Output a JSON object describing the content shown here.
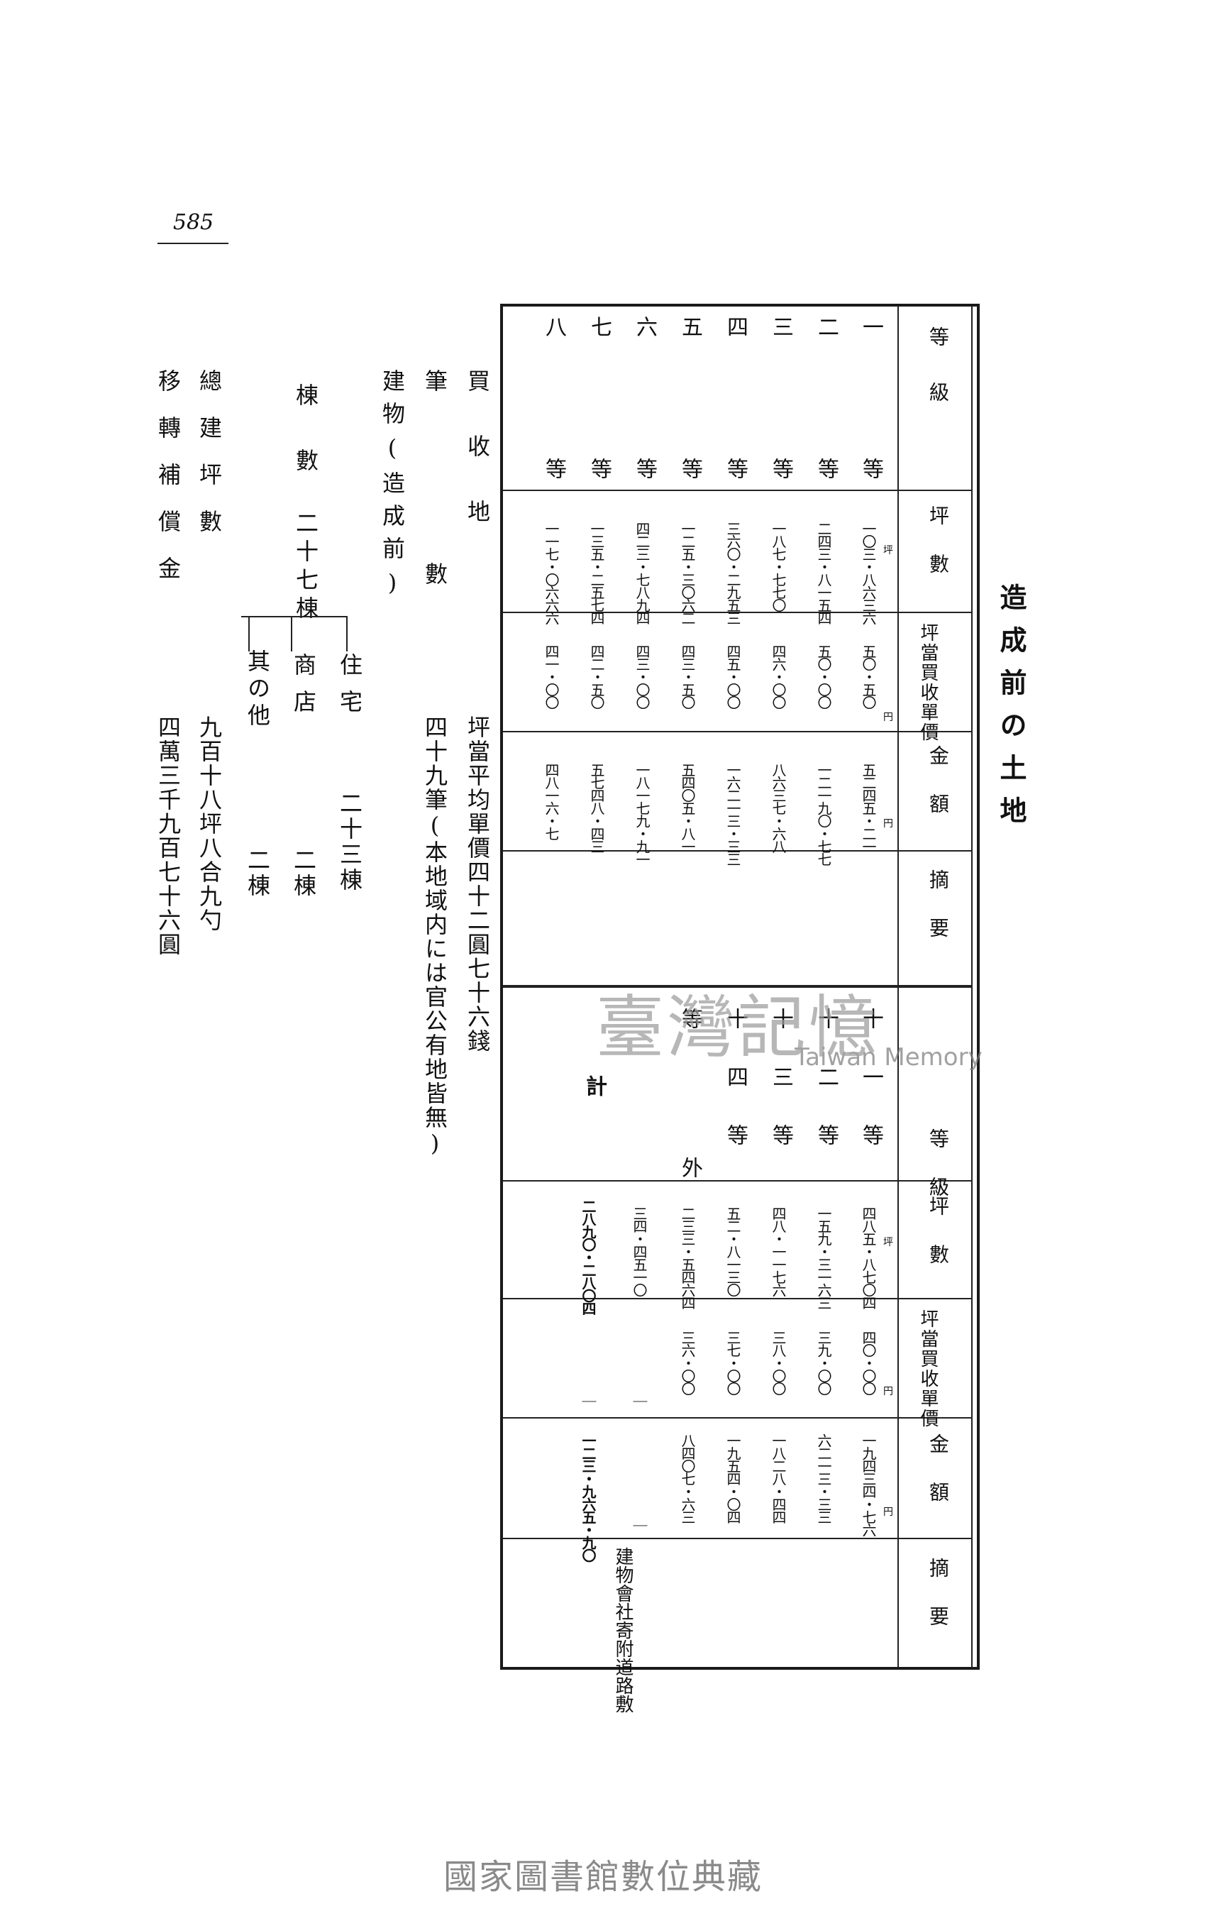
{
  "page_number": "585",
  "title": "造成前の土地",
  "headers": {
    "grade": "等級",
    "area": "坪數",
    "unit_price": "坪當買收單價",
    "amount": "金額",
    "remarks": "摘要"
  },
  "units": {
    "tsubo": "坪",
    "yen": "円"
  },
  "upper_rows": [
    {
      "grade": "一等",
      "area": "一〇三・八六三六",
      "price": "五〇・五〇",
      "amount": "五二四五・二一"
    },
    {
      "grade": "二等",
      "area": "二四三・八一五四",
      "price": "五〇・〇〇",
      "amount": "一二一九〇・七七"
    },
    {
      "grade": "三等",
      "area": "一八七・七七〇",
      "price": "四六・〇〇",
      "amount": "八六三七・六八"
    },
    {
      "grade": "四等",
      "area": "三六〇・二九五三",
      "price": "四五・〇〇",
      "amount": "一六二一三・三三"
    },
    {
      "grade": "五等",
      "area": "一二五・三〇六二",
      "price": "四三・五〇",
      "amount": "五四〇五・八一"
    },
    {
      "grade": "六等",
      "area": "四二三・七八九四",
      "price": "四三・〇〇",
      "amount": "一八一七九・九一"
    },
    {
      "grade": "七等",
      "area": "一三五・二五七四",
      "price": "四二・五〇",
      "amount": "五七四八・四三"
    },
    {
      "grade": "八等",
      "area": "一一七・〇六六六",
      "price": "四一・〇〇",
      "amount": "四八一六・七"
    }
  ],
  "lower_rows": [
    {
      "grade": "十一等",
      "area": "四八五・八七〇四",
      "price": "四〇・〇〇",
      "amount": "一九四三四・七六",
      "remark": ""
    },
    {
      "grade": "十二等",
      "area": "一五九・三一六三",
      "price": "三九・〇〇",
      "amount": "六二一三・三三",
      "remark": ""
    },
    {
      "grade": "十三等",
      "area": "四八・一一七六",
      "price": "三八・〇〇",
      "amount": "一八二八・四四",
      "remark": ""
    },
    {
      "grade": "十四等",
      "area": "五二・八一三〇",
      "price": "三七・〇〇",
      "amount": "一九五四・〇四",
      "remark": ""
    },
    {
      "grade": "等外",
      "area": "二三三・五四六四",
      "price": "三六・〇〇",
      "amount": "八四〇七・六三",
      "remark": ""
    },
    {
      "grade": "",
      "area": "三四・四五一〇",
      "price": "｜",
      "amount": "｜",
      "remark": "建物會社寄附道路敷"
    },
    {
      "grade": "計",
      "area": "二八九〇・二八〇四",
      "price": "｜",
      "amount": "一二三・九六五・九〇",
      "remark": ""
    }
  ],
  "summary": {
    "purchase_land_label": "買收地",
    "purchase_land_value": "坪當平均單價四十二圓七十六錢",
    "lots_label": "筆數",
    "lots_value": "四十九筆(本地域内には官公有地皆無)",
    "buildings_label": "建物(造成前)",
    "buildings_count_label": "棟數",
    "buildings_count_value": "二十七棟",
    "breakdown": [
      {
        "label": "住宅",
        "value": "二十三棟"
      },
      {
        "label": "商店",
        "value": "二棟"
      },
      {
        "label": "其の他",
        "value": "二棟"
      }
    ],
    "total_area_label": "總建坪數",
    "total_area_value": "九百十八坪八合九勺",
    "relocation_label": "移轉補償金",
    "relocation_value": "四萬三千九百七十六圓"
  },
  "watermark": {
    "main": "臺灣記憶",
    "sub": "Taiwan Memory"
  },
  "footer": "國家圖書館數位典藏"
}
